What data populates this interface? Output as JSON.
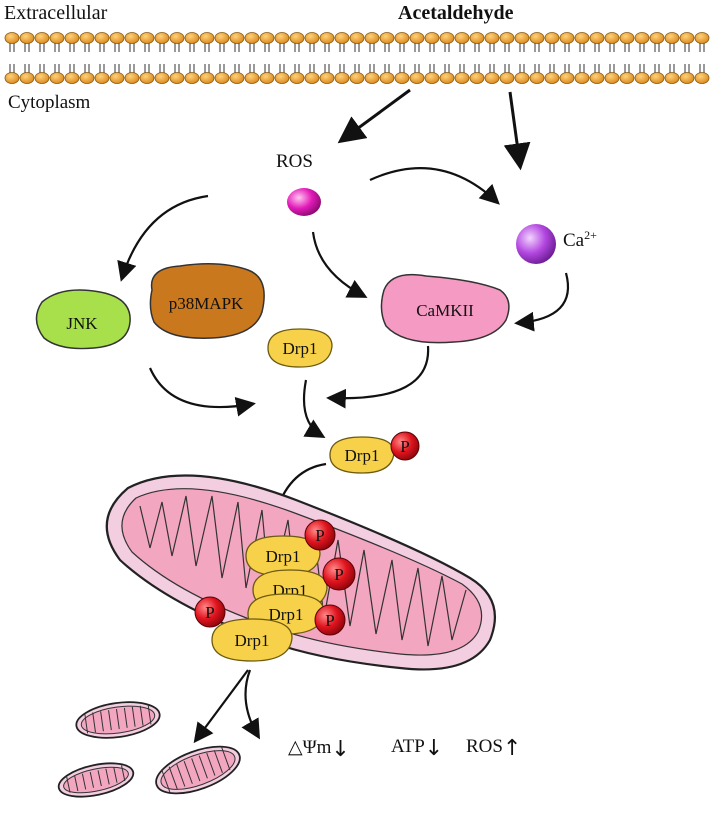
{
  "labels": {
    "extracellular": "Extracellular",
    "acetaldehyde": "Acetaldehyde",
    "cytoplasm": "Cytoplasm",
    "ros": "ROS",
    "calcium": "Ca",
    "calcium_charge": "2+"
  },
  "proteins": {
    "jnk": "JNK",
    "p38mapk": "p38MAPK",
    "camkii": "CaMKII",
    "drp1": "Drp1",
    "phosphate": "P"
  },
  "outcomes": [
    {
      "text": "△Ψm",
      "arrow": "↓"
    },
    {
      "text": "ATP",
      "arrow": "↓"
    },
    {
      "text": "ROS",
      "arrow": "↑"
    }
  ],
  "colors": {
    "membrane_head": "#f0a42e",
    "membrane_tail": "#9a9a9a",
    "ros_sphere": "#e21ab8",
    "calcium_sphere": "#b347e0",
    "jnk": "#a7e04a",
    "p38mapk": "#c9781e",
    "camkii": "#f59ac2",
    "drp1": "#f7d14a",
    "phosphate": "#e0141e",
    "mitochondrion_outer": "#f3cde0",
    "mitochondrion_inner": "#f3a6c0"
  }
}
